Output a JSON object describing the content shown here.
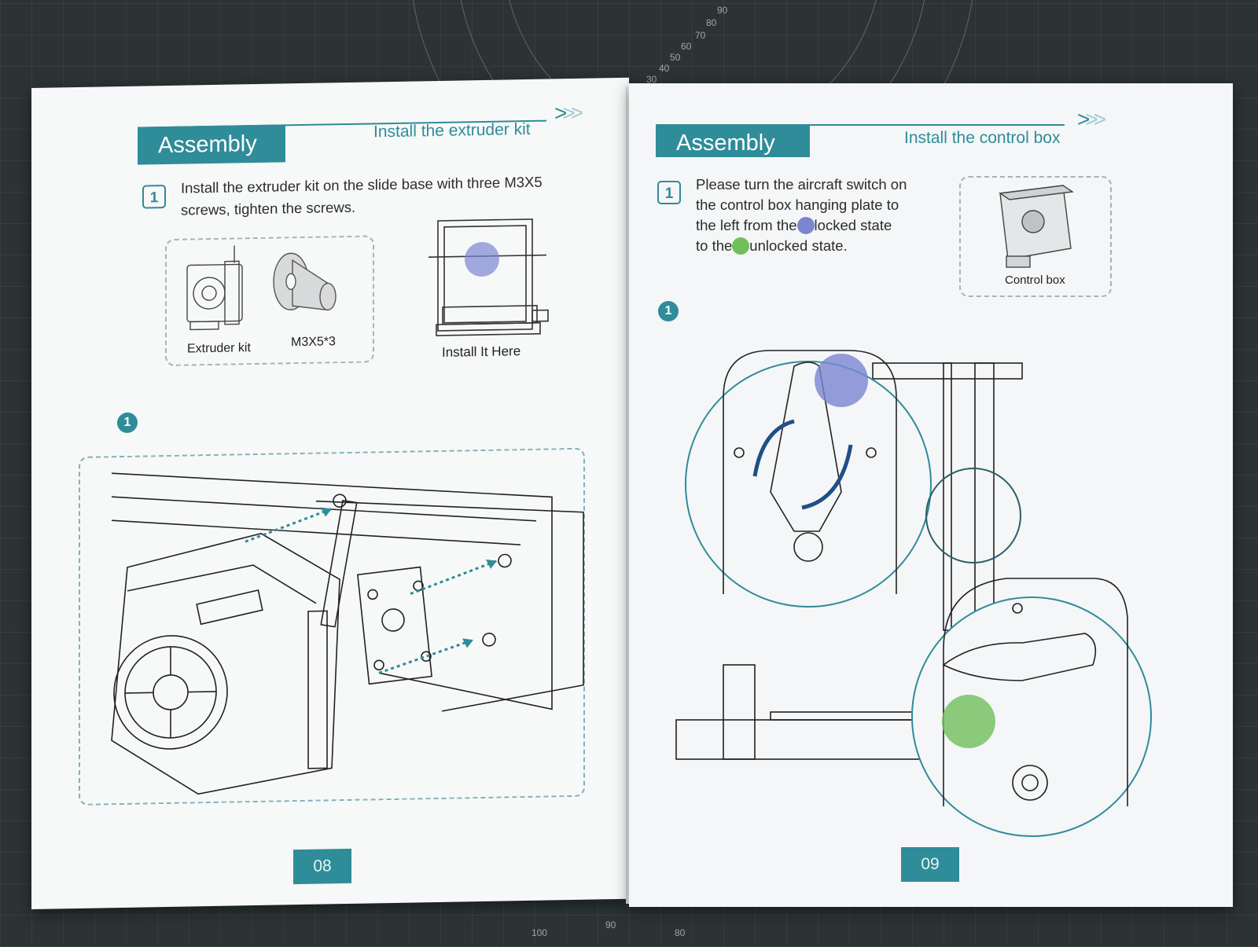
{
  "left_page": {
    "header": {
      "title": "Assembly",
      "subtitle": "Install the extruder kit"
    },
    "step_number": "1",
    "instruction_line1": "Install the extruder kit on the slide base with three M3X5",
    "instruction_line2": "screws, tighten the screws.",
    "parts": [
      {
        "label": "Extruder kit",
        "icon": "extruder-kit-drawing"
      },
      {
        "label": "M3X5*3",
        "icon": "screw-drawing"
      }
    ],
    "install_caption": "Install It Here",
    "diagram_step": "1",
    "page_number": "08"
  },
  "right_page": {
    "header": {
      "title": "Assembly",
      "subtitle": "Install the control box"
    },
    "step_number": "1",
    "instruction_line1": "Please turn the aircraft switch on",
    "instruction_line2": "the control box hanging plate to",
    "instruction_line3a": "the left from the",
    "instruction_line3b": "locked state",
    "instruction_line4a": "to the",
    "instruction_line4b": "unlocked state.",
    "control_box_caption": "Control box",
    "diagram_step": "1",
    "page_number": "09"
  },
  "colors": {
    "accent": "#2f8c99",
    "locked_dot": "#7b86d1",
    "unlocked_dot": "#6fbf5a",
    "paper": "#f7f8f8",
    "mat": "#2b3335"
  },
  "mat_numbers": [
    "90",
    "80",
    "70",
    "60",
    "50",
    "40",
    "30",
    "100",
    "90",
    "80"
  ]
}
